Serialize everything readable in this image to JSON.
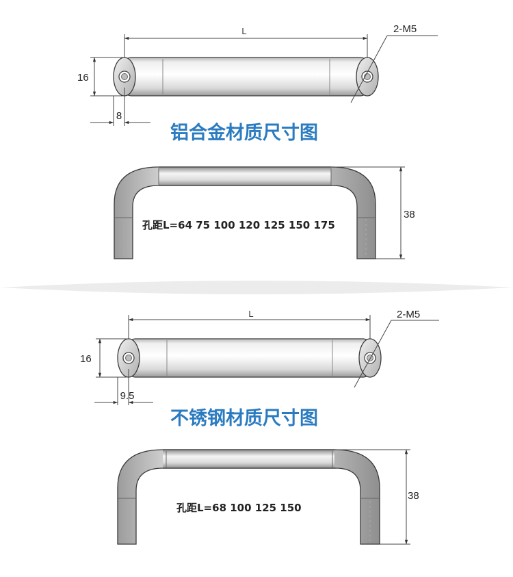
{
  "aluminum": {
    "length_label": "L",
    "thread_label": "2-M5",
    "height_label": "16",
    "offset_label": "8",
    "title": "铝合金材质尺寸图",
    "depth_label": "38",
    "spec": "孔距L=64 75 100 120 125 150 175"
  },
  "stainless": {
    "length_label": "L",
    "thread_label": "2-M5",
    "height_label": "16",
    "offset_label": "9.5",
    "title": "不锈钢材质尺寸图",
    "depth_label": "38",
    "spec": "孔距L=68 100 125 150"
  },
  "colors": {
    "title": "#2a7bc0",
    "metal_light": "#f4f4f4",
    "metal_dark": "#8c8c8c"
  }
}
